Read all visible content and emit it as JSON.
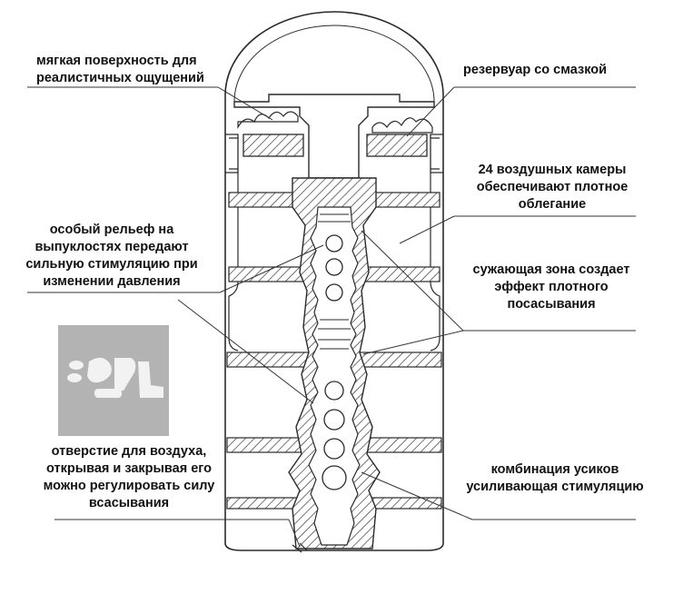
{
  "labels": {
    "soft_surface": [
      "мягкая поверхность для",
      "реалистичных ощущений"
    ],
    "lube_reservoir": [
      "резервуар со смазкой"
    ],
    "air_chambers": [
      "24 воздушных камеры",
      "обеспечивают плотное",
      "облегание"
    ],
    "relief": [
      "особый рельеф на",
      "выпуклостях передают",
      "сильную стимуляцию при",
      "изменении давления"
    ],
    "narrow_zone": [
      "сужающая  зона создает",
      "эффект плотного",
      "посасывания"
    ],
    "air_hole": [
      "отверстие для воздуха,",
      "открывая и закрывая его",
      "можно регулировать силу",
      "всасывания"
    ],
    "tentacles": [
      "комбинация усиков",
      "усиливающая стимуляцию"
    ]
  },
  "colors": {
    "line": "#2a2a2a",
    "background": "#ffffff",
    "logo_bg": "#b3b3b3",
    "logo_fg": "#f2f2f2"
  }
}
